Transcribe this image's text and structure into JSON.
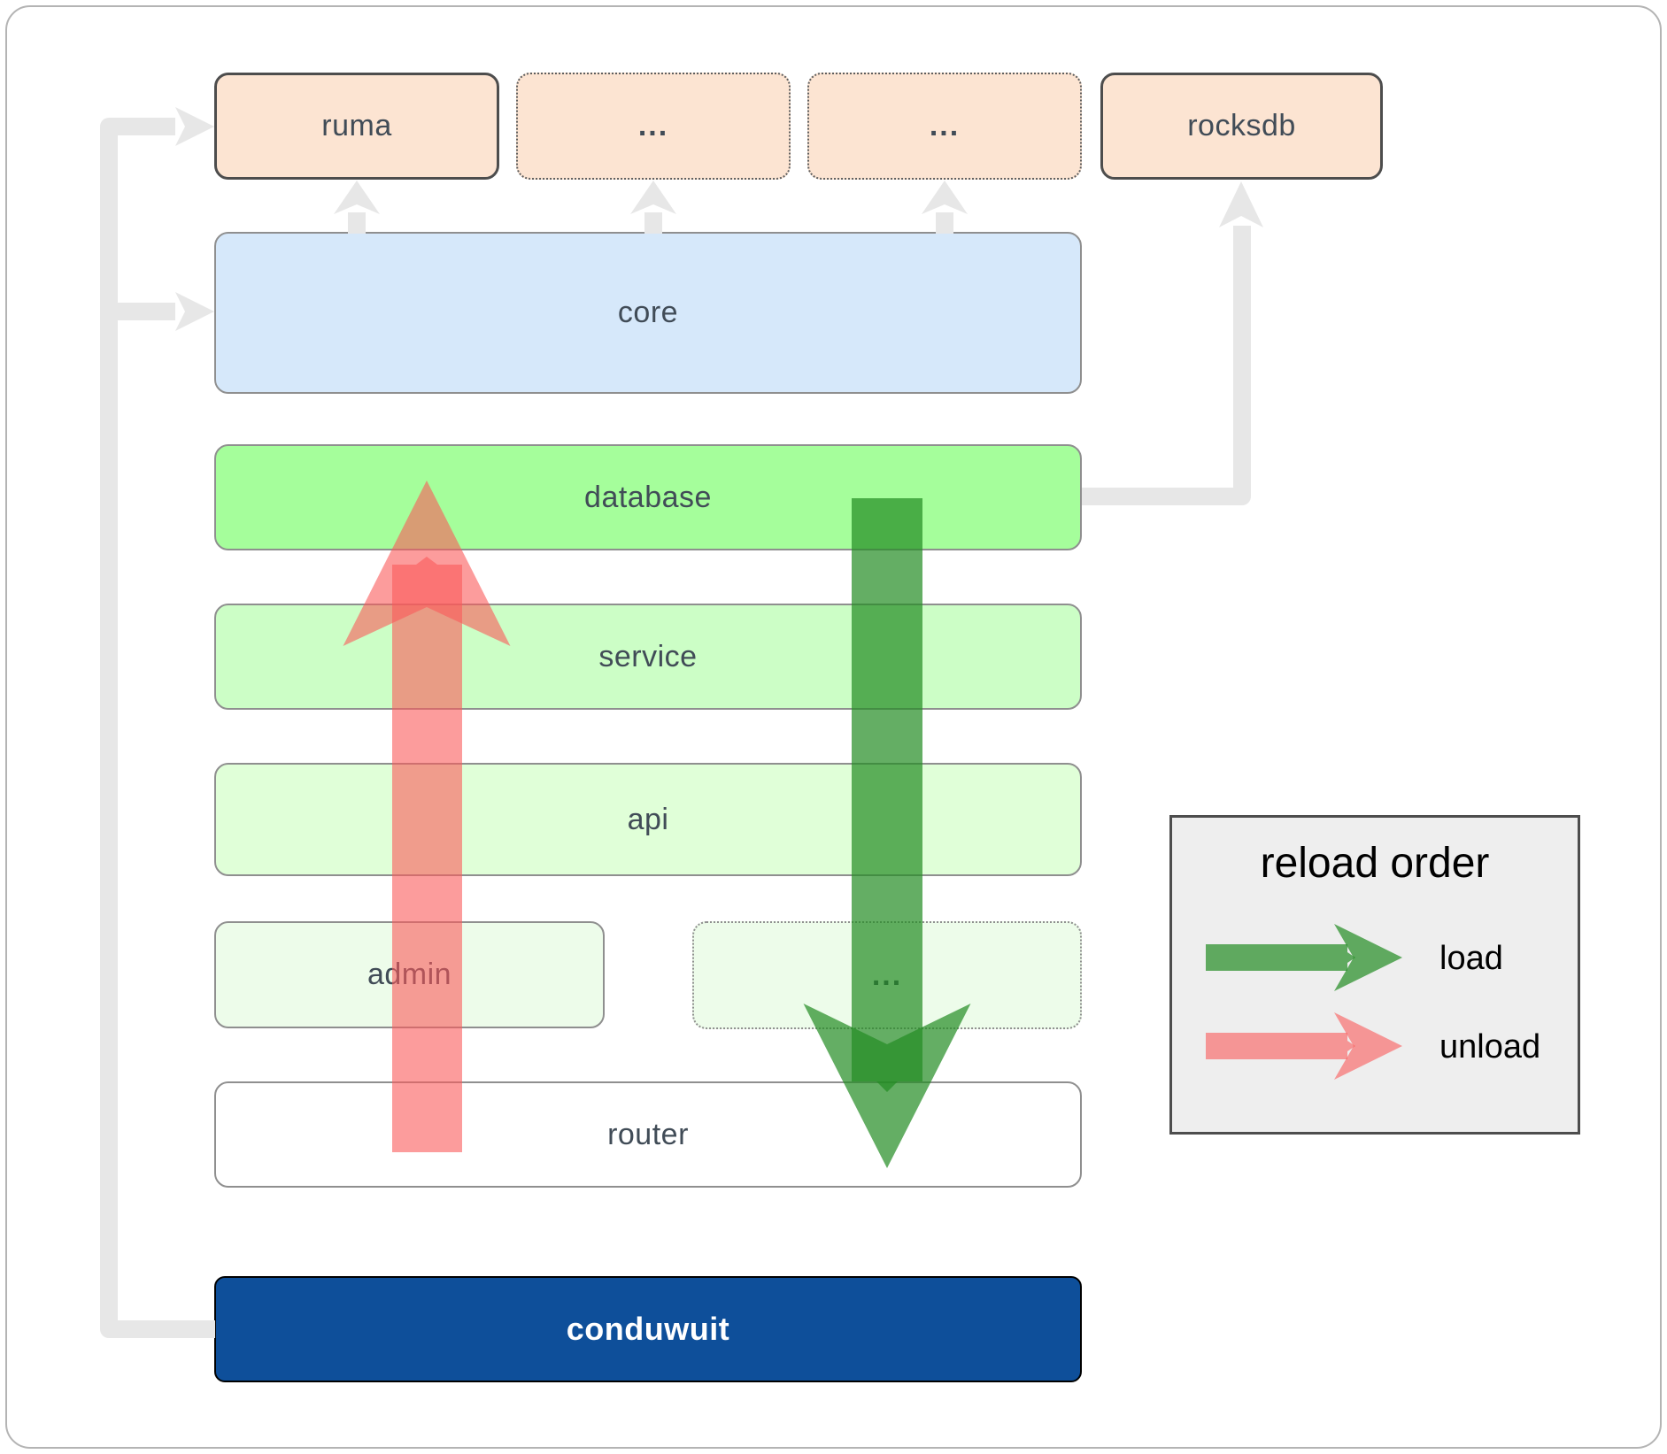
{
  "boxes": {
    "ruma": {
      "label": "ruma"
    },
    "top_etc_1": {
      "label": "..."
    },
    "top_etc_2": {
      "label": "..."
    },
    "rocksdb": {
      "label": "rocksdb"
    },
    "core": {
      "label": "core"
    },
    "database": {
      "label": "database"
    },
    "service": {
      "label": "service"
    },
    "api": {
      "label": "api"
    },
    "admin": {
      "label": "admin"
    },
    "admin_etc": {
      "label": "..."
    },
    "router": {
      "label": "router"
    },
    "conduwuit": {
      "label": "conduwuit"
    }
  },
  "legend": {
    "title": "reload order",
    "items": [
      {
        "icon": "load-arrow-icon",
        "label": "load",
        "color": "#228b22"
      },
      {
        "icon": "unload-arrow-icon",
        "label": "unload",
        "color": "#fa5a5a"
      }
    ]
  },
  "colors": {
    "load_green": "#228b22",
    "unload_red": "#fa5a5a",
    "module_peach": "#fce4d2",
    "core_blue": "#d6e8fa",
    "database_green": "#a5fe9b",
    "service_green": "#ccfec6",
    "api_green": "#e0ffd8",
    "admin_green": "#edfcea",
    "conduwuit_navy": "#0e4f9a",
    "connector_gray": "#e7e7e7",
    "legend_bg": "#eeeeee",
    "label_text": "#414c57"
  }
}
